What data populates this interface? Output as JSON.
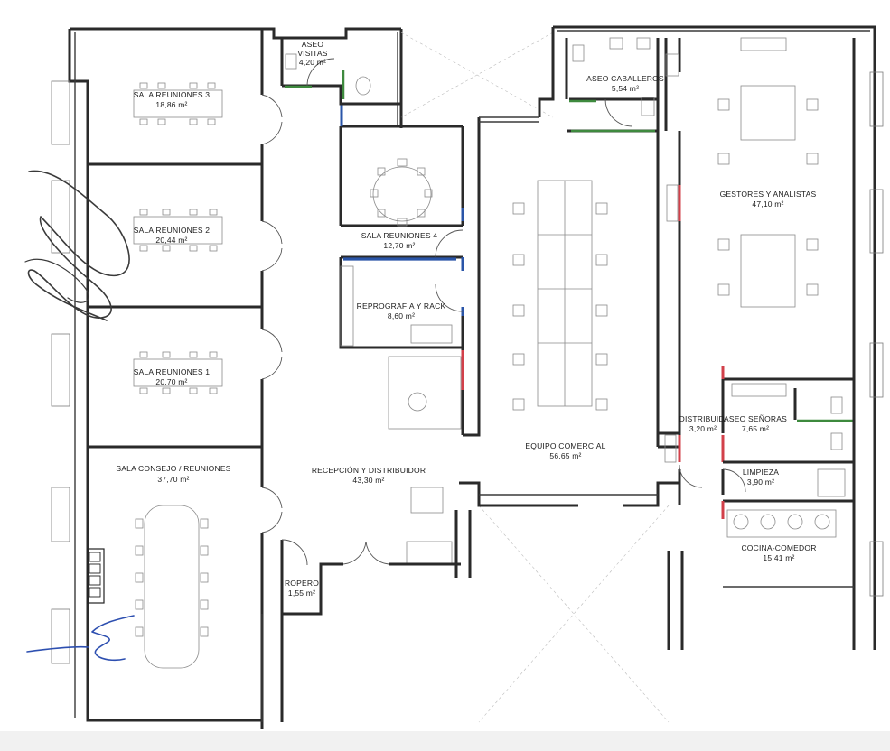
{
  "rooms": [
    {
      "id": "sala-reuniones-3",
      "name": "SALA REUNIONES 3",
      "area": "18,86 m²"
    },
    {
      "id": "aseo-visitas",
      "name_line1": "ASEO",
      "name_line2": "VISITAS",
      "area": "4,20 m²"
    },
    {
      "id": "aseo-caballeros",
      "name": "ASEO CABALLEROS",
      "area": "5,54 m²"
    },
    {
      "id": "sala-reuniones-2",
      "name": "SALA REUNIONES 2",
      "area": "20,44 m²"
    },
    {
      "id": "sala-reuniones-4",
      "name": "SALA REUNIONES 4",
      "area": "12,70 m²"
    },
    {
      "id": "gestores-analistas",
      "name": "GESTORES Y ANALISTAS",
      "area": "47,10 m²"
    },
    {
      "id": "reprografia-rack",
      "name": "REPROGRAFIA Y RACK",
      "area": "8,60 m²"
    },
    {
      "id": "sala-reuniones-1",
      "name": "SALA REUNIONES 1",
      "area": "20,70 m²"
    },
    {
      "id": "distribuidor",
      "name": "DISTRIBUID.",
      "area": "3,20 m²"
    },
    {
      "id": "aseo-senoras",
      "name": "ASEO SEÑORAS",
      "area": "7,65 m²"
    },
    {
      "id": "equipo-comercial",
      "name": "EQUIPO COMERCIAL",
      "area": "56,65 m²"
    },
    {
      "id": "sala-consejo",
      "name": "SALA CONSEJO / REUNIONES",
      "area": "37,70 m²"
    },
    {
      "id": "recepcion",
      "name": "RECEPCIÓN Y DISTRIBUIDOR",
      "area": "43,30 m²"
    },
    {
      "id": "limpieza",
      "name": "LIMPIEZA",
      "area": "3,90 m²"
    },
    {
      "id": "cocina-comedor",
      "name": "COCINA-COMEDOR",
      "area": "15,41 m²"
    },
    {
      "id": "ropero",
      "name": "ROPERO",
      "area": "1,55 m²"
    }
  ],
  "colors": {
    "wall": "#2a2a2a",
    "partition_blue": "#2a55a8",
    "partition_red": "#d2404a",
    "partition_green": "#3e8a3e",
    "signature_ink": "#3a3a3a",
    "pen_ink": "#2d4fb0",
    "background": "#ffffff"
  }
}
